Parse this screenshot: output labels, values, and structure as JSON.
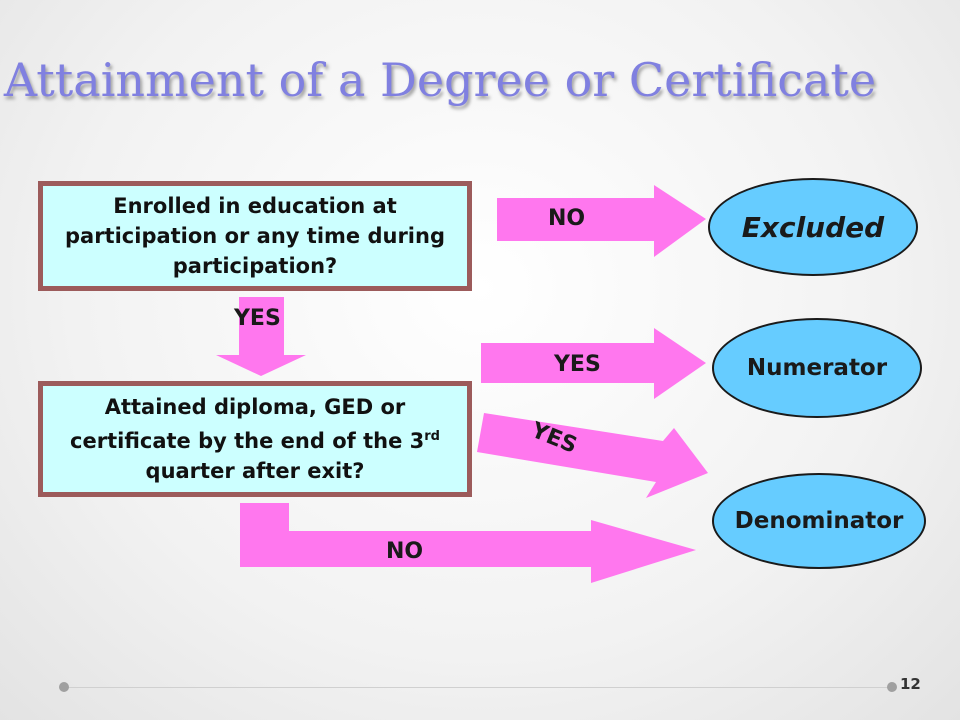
{
  "title": "Attainment of a Degree or Certificate",
  "boxes": {
    "enrolled": "Enrolled in education at participation or any time during participation?",
    "attained_pre": "Attained diploma, GED or certificate by the end of the 3",
    "attained_sup": "rd",
    "attained_post": " quarter after exit?"
  },
  "outcomes": {
    "excluded": "Excluded",
    "numerator": "Numerator",
    "denominator": "Denominator"
  },
  "arrow_labels": {
    "no_top": "NO",
    "yes_down": "YES",
    "yes_numerator": "YES",
    "yes_denominator": "YES",
    "no_bottom": "NO"
  },
  "colors": {
    "arrow": "#ff77ee",
    "box_fill": "#ccffff",
    "box_border": "#9c5b5b",
    "oval_fill": "#66ccff",
    "title": "#8080e0"
  },
  "footer": {
    "page_number": "12"
  }
}
